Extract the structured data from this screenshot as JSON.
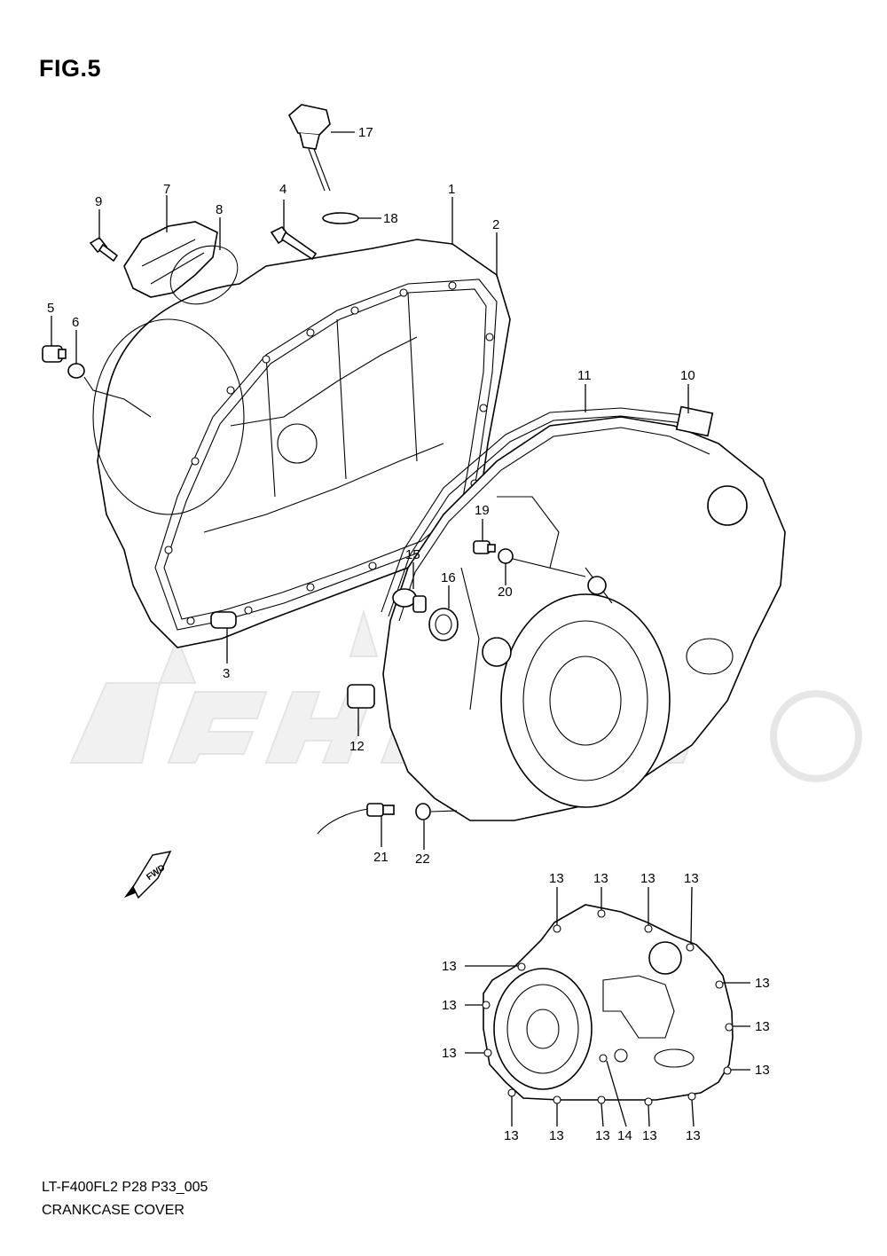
{
  "figure": {
    "title": "FIG.5",
    "code": "LT-F400FL2 P28 P33_005",
    "name": "CRANKCASE COVER"
  },
  "watermark": {
    "text": "AeHRom"
  },
  "direction_badge": {
    "text": "FWD"
  },
  "callouts": [
    {
      "id": "c1",
      "text": "1"
    },
    {
      "id": "c2",
      "text": "2"
    },
    {
      "id": "c3",
      "text": "3"
    },
    {
      "id": "c4",
      "text": "4"
    },
    {
      "id": "c5",
      "text": "5"
    },
    {
      "id": "c6",
      "text": "6"
    },
    {
      "id": "c7",
      "text": "7"
    },
    {
      "id": "c8",
      "text": "8"
    },
    {
      "id": "c9",
      "text": "9"
    },
    {
      "id": "c10",
      "text": "10"
    },
    {
      "id": "c11",
      "text": "11"
    },
    {
      "id": "c12",
      "text": "12"
    },
    {
      "id": "c13",
      "text": "13"
    },
    {
      "id": "c14",
      "text": "14"
    },
    {
      "id": "c15",
      "text": "15"
    },
    {
      "id": "c16",
      "text": "16"
    },
    {
      "id": "c17",
      "text": "17"
    },
    {
      "id": "c18",
      "text": "18"
    },
    {
      "id": "c19",
      "text": "19"
    },
    {
      "id": "c20",
      "text": "20"
    },
    {
      "id": "c21",
      "text": "21"
    },
    {
      "id": "c22",
      "text": "22"
    }
  ]
}
